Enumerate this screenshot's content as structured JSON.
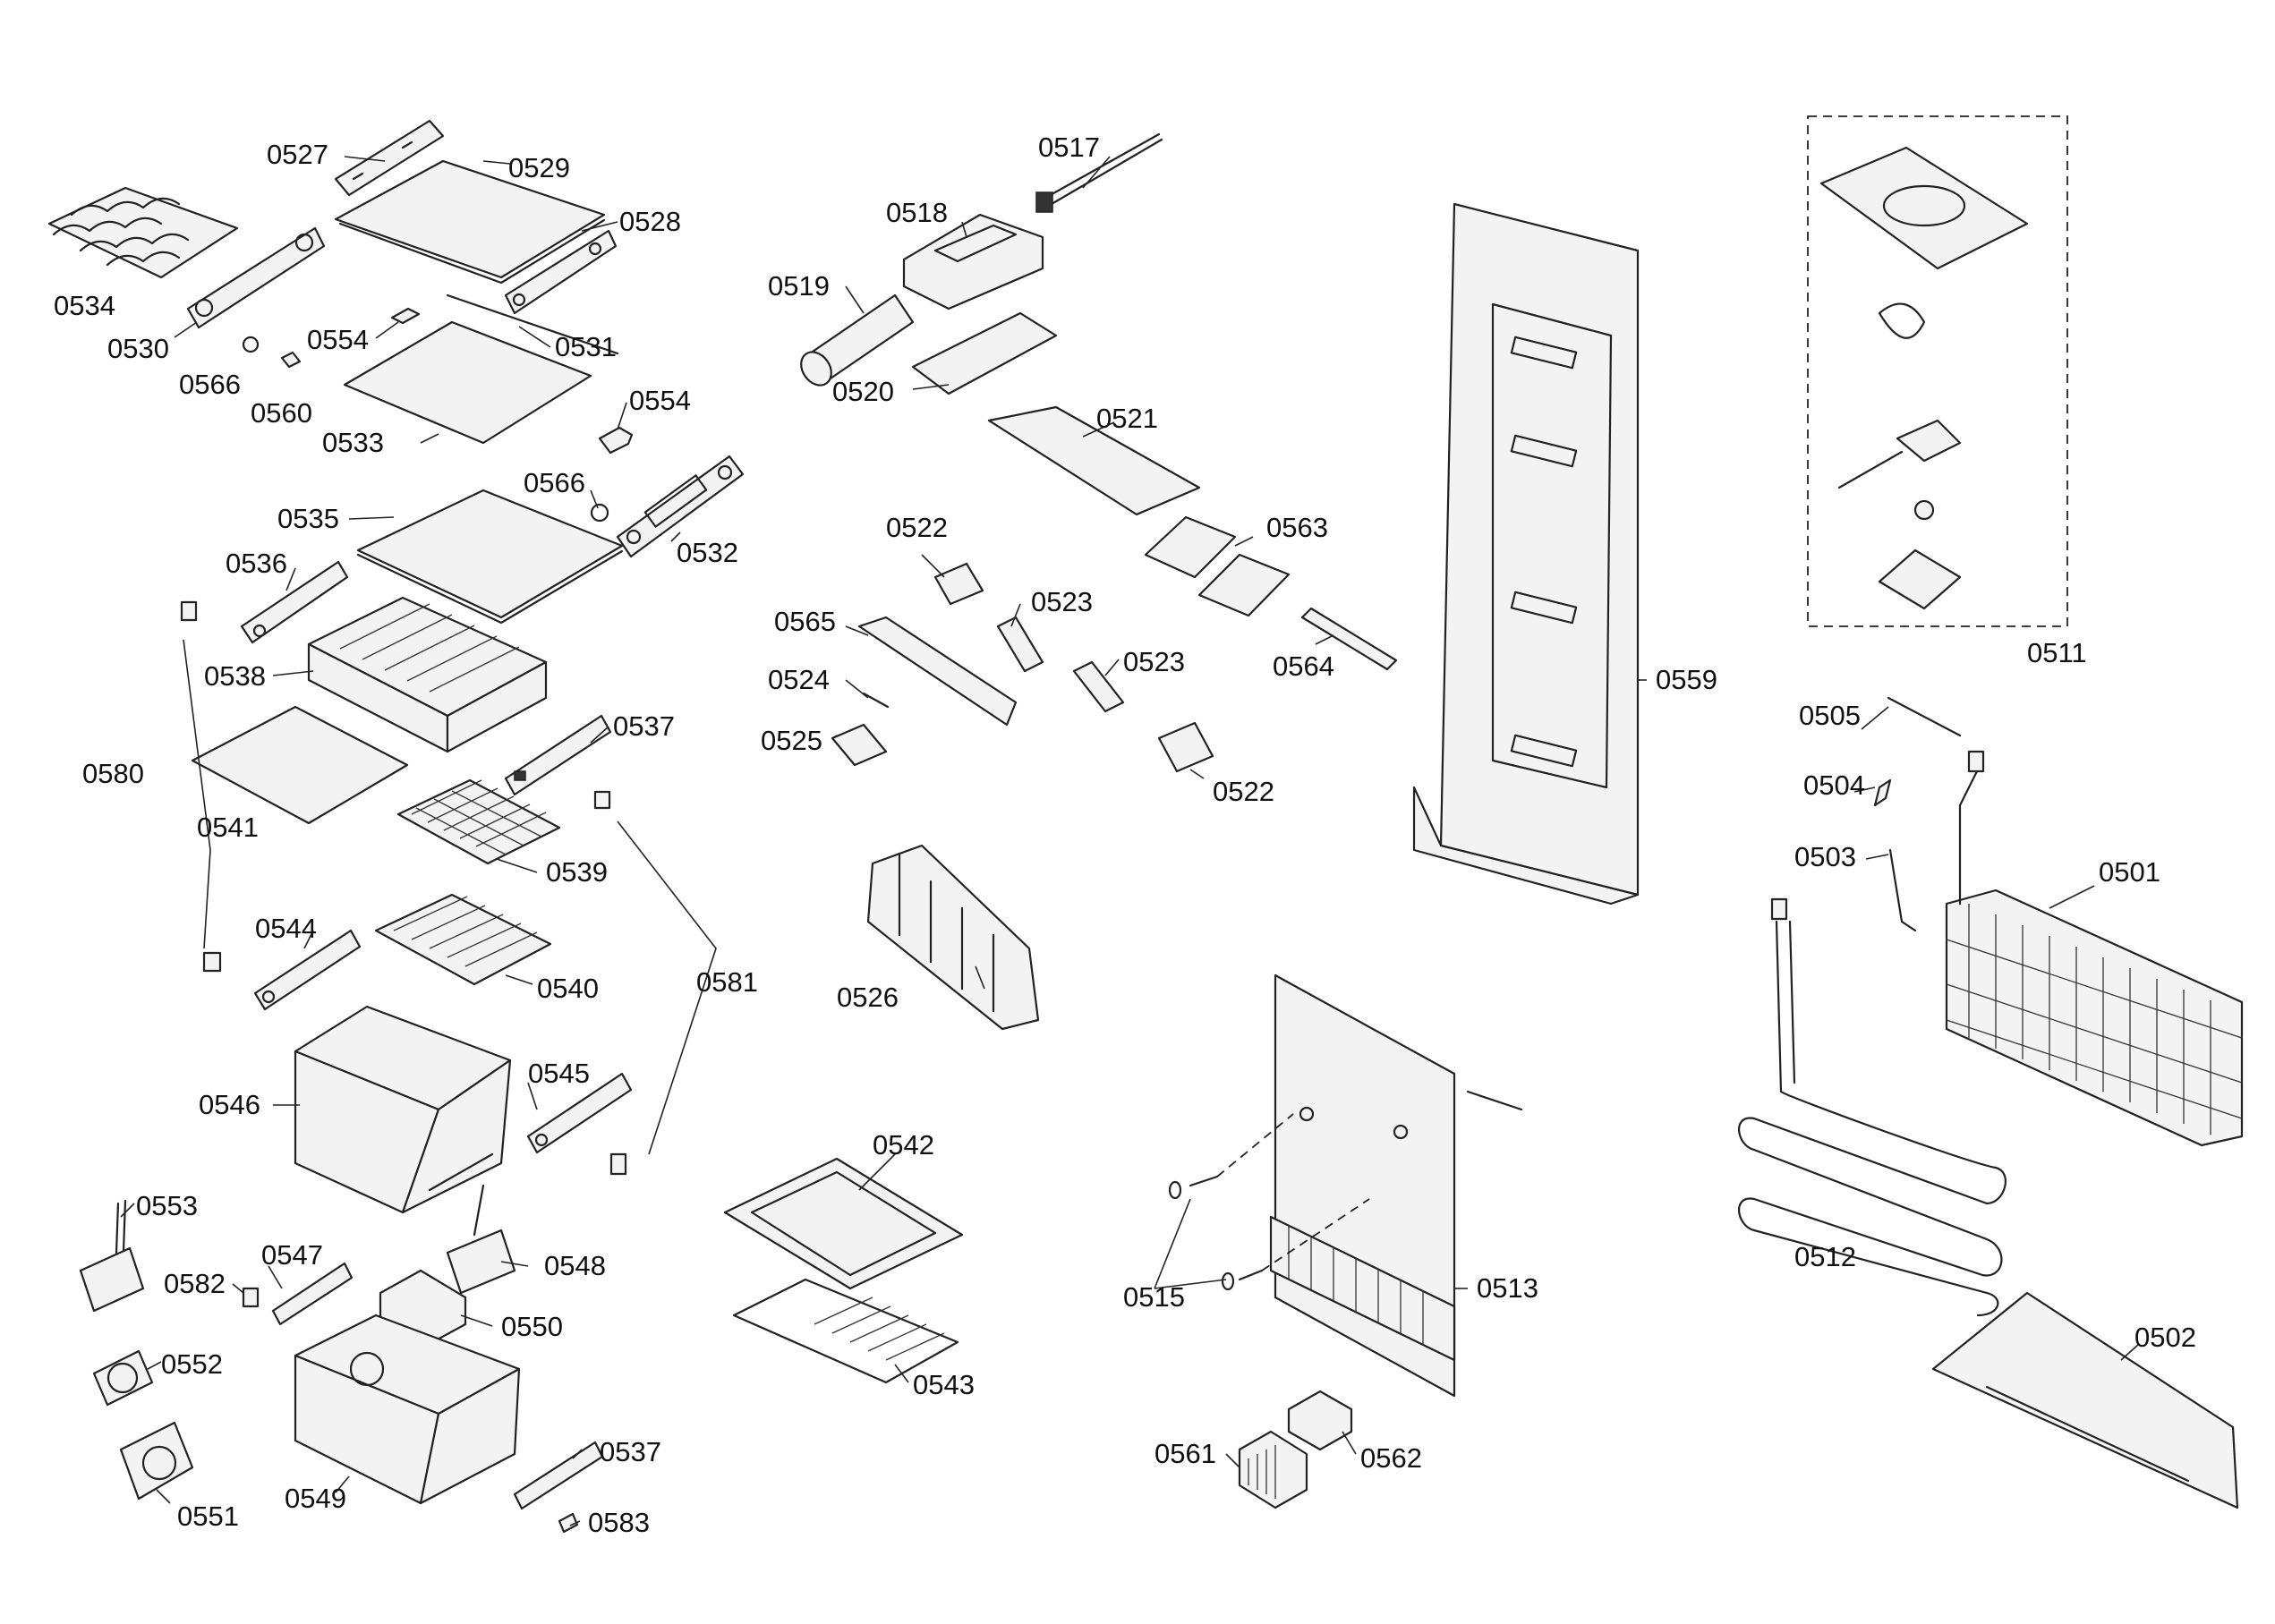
{
  "parts": [
    {
      "label": "0501"
    },
    {
      "label": "0502"
    },
    {
      "label": "0503"
    },
    {
      "label": "0504"
    },
    {
      "label": "0505"
    },
    {
      "label": "0511"
    },
    {
      "label": "0512"
    },
    {
      "label": "0513"
    },
    {
      "label": "0515"
    },
    {
      "label": "0517"
    },
    {
      "label": "0518"
    },
    {
      "label": "0519"
    },
    {
      "label": "0520"
    },
    {
      "label": "0521"
    },
    {
      "label": "0522"
    },
    {
      "label": "0522"
    },
    {
      "label": "0523"
    },
    {
      "label": "0523"
    },
    {
      "label": "0524"
    },
    {
      "label": "0525"
    },
    {
      "label": "0526"
    },
    {
      "label": "0527"
    },
    {
      "label": "0528"
    },
    {
      "label": "0529"
    },
    {
      "label": "0530"
    },
    {
      "label": "0531"
    },
    {
      "label": "0532"
    },
    {
      "label": "0533"
    },
    {
      "label": "0534"
    },
    {
      "label": "0535"
    },
    {
      "label": "0536"
    },
    {
      "label": "0537"
    },
    {
      "label": "0537"
    },
    {
      "label": "0538"
    },
    {
      "label": "0539"
    },
    {
      "label": "0540"
    },
    {
      "label": "0541"
    },
    {
      "label": "0542"
    },
    {
      "label": "0543"
    },
    {
      "label": "0544"
    },
    {
      "label": "0545"
    },
    {
      "label": "0546"
    },
    {
      "label": "0547"
    },
    {
      "label": "0548"
    },
    {
      "label": "0549"
    },
    {
      "label": "0550"
    },
    {
      "label": "0551"
    },
    {
      "label": "0552"
    },
    {
      "label": "0553"
    },
    {
      "label": "0554"
    },
    {
      "label": "0554"
    },
    {
      "label": "0559"
    },
    {
      "label": "0560"
    },
    {
      "label": "0561"
    },
    {
      "label": "0562"
    },
    {
      "label": "0563"
    },
    {
      "label": "0564"
    },
    {
      "label": "0565"
    },
    {
      "label": "0566"
    },
    {
      "label": "0566"
    },
    {
      "label": "0580"
    },
    {
      "label": "0581"
    },
    {
      "label": "0582"
    },
    {
      "label": "0583"
    }
  ]
}
